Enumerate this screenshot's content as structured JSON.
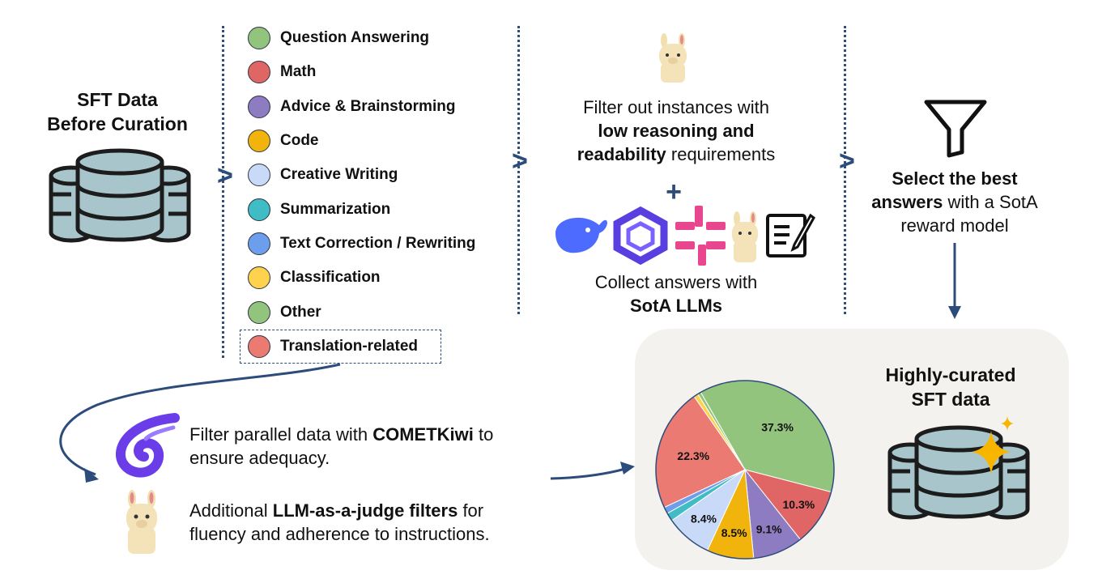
{
  "before": {
    "title_line1": "SFT Data",
    "title_line2": "Before Curation"
  },
  "categories": [
    {
      "label": "Question Answering",
      "color": "#93c47d"
    },
    {
      "label": "Math",
      "color": "#e06666"
    },
    {
      "label": "Advice & Brainstorming",
      "color": "#8e7cc3"
    },
    {
      "label": "Code",
      "color": "#f1b40c"
    },
    {
      "label": "Creative Writing",
      "color": "#c9daf8"
    },
    {
      "label": "Summarization",
      "color": "#3fbcc4"
    },
    {
      "label": "Text Correction / Rewriting",
      "color": "#6d9eeb"
    },
    {
      "label": "Classification",
      "color": "#ffd24d"
    },
    {
      "label": "Other",
      "color": "#93c47d"
    },
    {
      "label": "Translation-related",
      "color": "#ea7a72"
    }
  ],
  "filter_step": {
    "line1": "Filter out instances with",
    "bold1": "low reasoning and",
    "bold2": "readability",
    "line3_rest": " requirements"
  },
  "plus": "+",
  "collect_step": {
    "line1": "Collect answers with",
    "bold": "SotA LLMs"
  },
  "select_step": {
    "bold1": "Select the best",
    "bold2": "answers",
    "rest2": " with a SotA",
    "line3": "reward model"
  },
  "translation_filters": {
    "comet_pre": "Filter parallel data with ",
    "comet_bold": "COMETKiwi",
    "comet_post": " to",
    "comet_line2": "ensure adequacy.",
    "judge_pre": "Additional ",
    "judge_bold": "LLM-as-a-judge filters",
    "judge_post": " for",
    "judge_line2": "fluency and adherence to instructions."
  },
  "curated": {
    "title_line1": "Highly-curated",
    "title_line2": "SFT data"
  },
  "chart_data": {
    "type": "pie",
    "slices": [
      {
        "label": "37.3%",
        "value": 37.3,
        "color": "#93c47d"
      },
      {
        "label": "10.3%",
        "value": 10.3,
        "color": "#e06666"
      },
      {
        "label": "9.1%",
        "value": 9.1,
        "color": "#8e7cc3"
      },
      {
        "label": "8.5%",
        "value": 8.5,
        "color": "#f1b40c"
      },
      {
        "label": "8.4%",
        "value": 8.4,
        "color": "#c9daf8"
      },
      {
        "label": "",
        "value": 1.5,
        "color": "#3fbcc4"
      },
      {
        "label": "",
        "value": 1.2,
        "color": "#6d9eeb"
      },
      {
        "label": "22.3%",
        "value": 22.3,
        "color": "#ea7a72"
      },
      {
        "label": "",
        "value": 0.8,
        "color": "#ffd24d"
      },
      {
        "label": "",
        "value": 0.6,
        "color": "#93c47d"
      }
    ]
  },
  "colors": {
    "accent_dark": "#2c4c7c",
    "db_fill": "#a8c5cc",
    "panel_bg": "#f4f2ee"
  }
}
